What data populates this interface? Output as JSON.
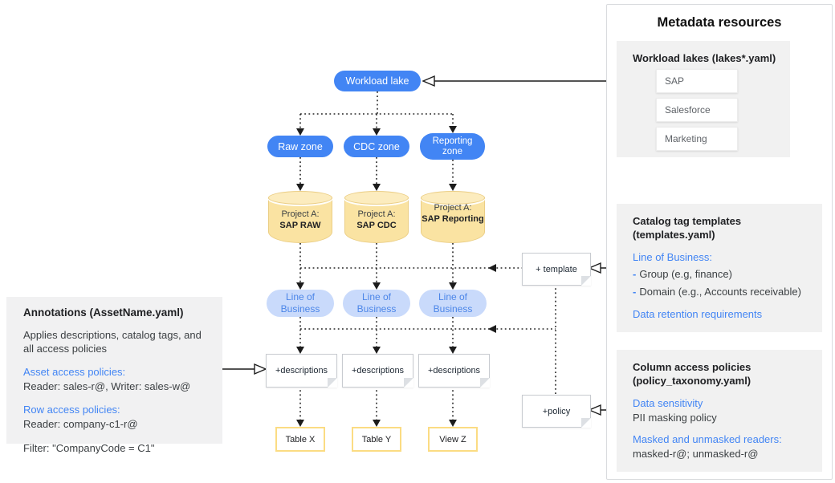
{
  "diagram": {
    "workload_lake": "Workload lake",
    "zones": [
      "Raw zone",
      "CDC zone",
      "Reporting zone"
    ],
    "projects": [
      {
        "prefix": "Project A:",
        "name": "SAP RAW"
      },
      {
        "prefix": "Project A:",
        "name": "SAP CDC"
      },
      {
        "prefix": "Project A:",
        "name": "SAP Reporting"
      }
    ],
    "lob_label": "Line of Business",
    "descriptions_label": "+descriptions",
    "template_note": "+ template",
    "policy_note": "+policy",
    "outputs": [
      "Table X",
      "Table Y",
      "View Z"
    ]
  },
  "annotations_panel": {
    "title": "Annotations (AssetName.yaml)",
    "body_line1": "Applies descriptions, catalog tags, and",
    "body_line2": "all access policies",
    "asset_heading": "Asset access policies:",
    "asset_value": "Reader: sales-r@, Writer: sales-w@",
    "row_heading": "Row access policies:",
    "row_value": "Reader: company-c1-r@",
    "filter_value": "Filter: \"CompanyCode = C1\""
  },
  "metadata_panel": {
    "title": "Metadata resources",
    "workload_lakes": {
      "heading": "Workload lakes (lakes*.yaml)",
      "items": [
        "SAP",
        "Salesforce",
        "Marketing"
      ]
    },
    "catalog": {
      "heading_line1": "Catalog tag templates",
      "heading_line2": "(templates.yaml)",
      "lob_heading": "Line of Business:",
      "bullet_dash": "-",
      "bullets": [
        "Group (e.g, finance)",
        "Domain (e.g., Accounts receivable)"
      ],
      "retention_heading": "Data retention requirements"
    },
    "column_policies": {
      "heading_line1": "Column access policies",
      "heading_line2": "(policy_taxonomy.yaml)",
      "sensitivity_heading": "Data sensitivity",
      "sensitivity_value": "PII masking policy",
      "readers_heading": "Masked and unmasked readers:",
      "readers_value": "masked-r@; unmasked-r@"
    }
  },
  "colors": {
    "accent_blue": "#4285F4",
    "lob_background": "#C9DAFB",
    "cylinder_fill": "#FAE3A2",
    "table_border": "#FBDC83",
    "panel_gray": "#F1F1F1"
  }
}
